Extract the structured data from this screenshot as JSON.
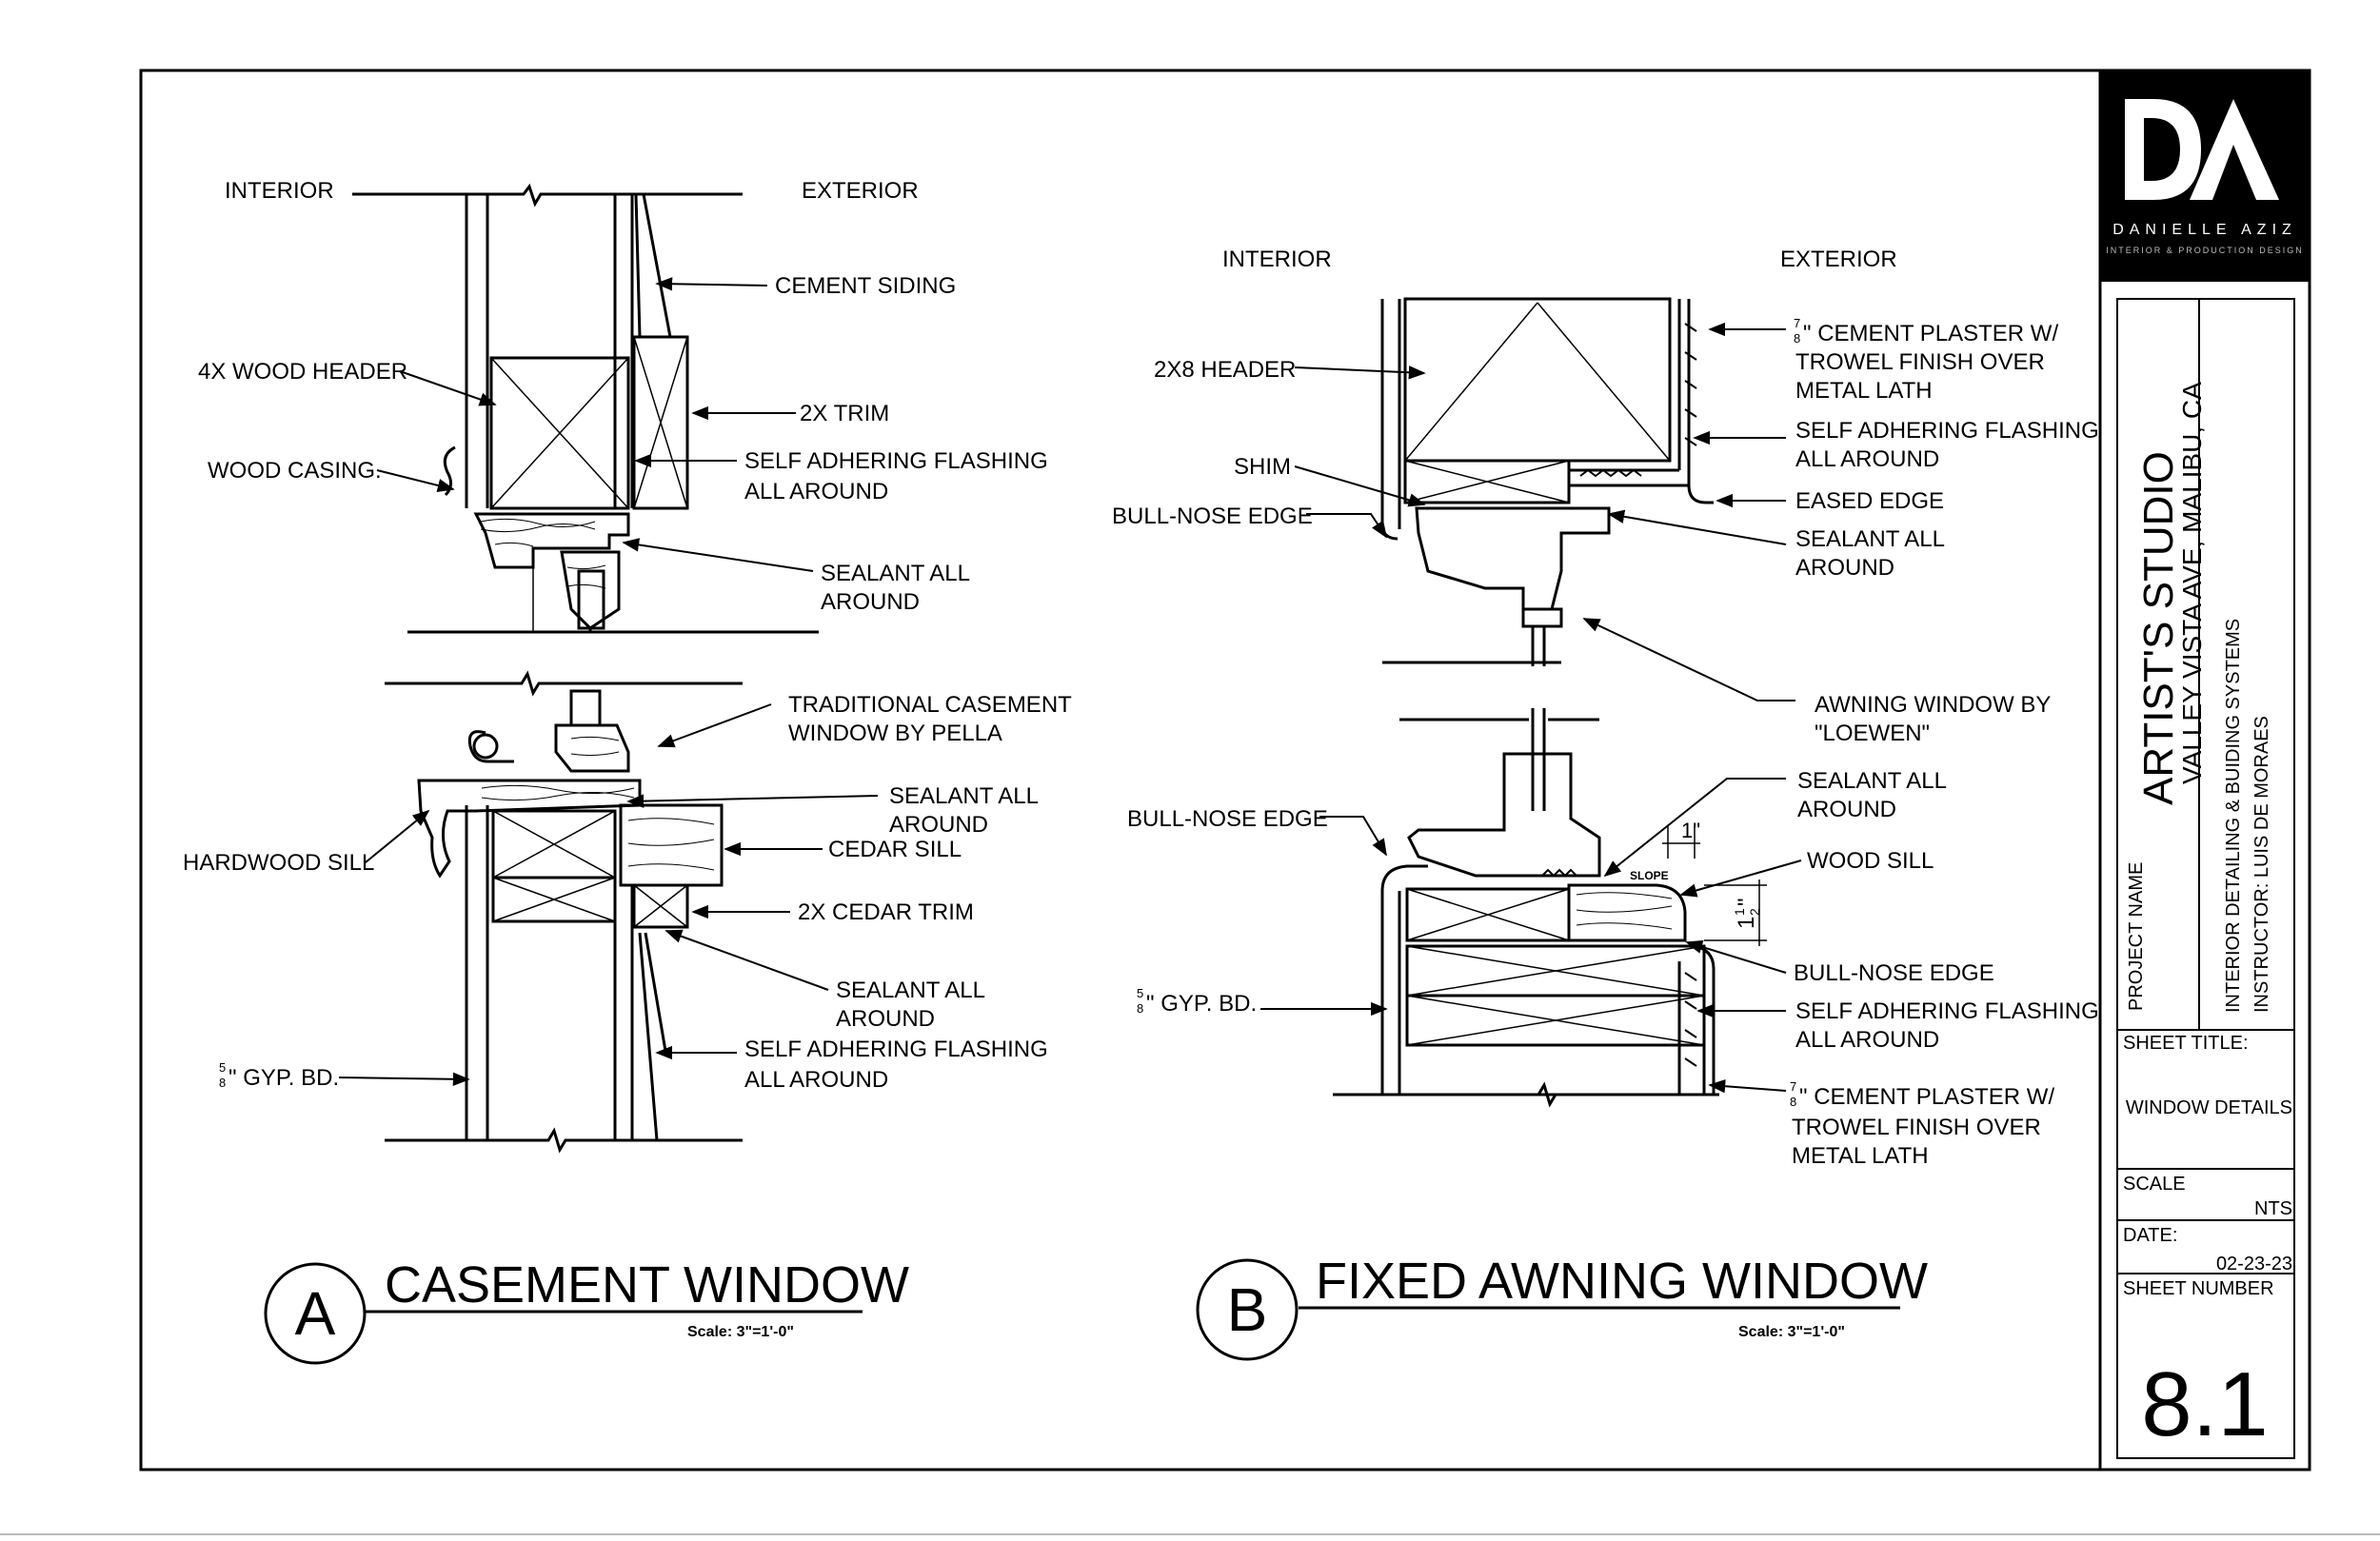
{
  "logo": {
    "monogram": "DA",
    "name": "DANIELLE AZIZ",
    "tagline": "INTERIOR & PRODUCTION DESIGN"
  },
  "detail_a": {
    "letter": "A",
    "title": "CASEMENT WINDOW",
    "scale": "Scale: 3\"=1'-0\"",
    "interior": "INTERIOR",
    "exterior": "EXTERIOR",
    "labels": {
      "cement_siding": "CEMENT SIDING",
      "wood_header": "4X WOOD HEADER",
      "trim": "2X TRIM",
      "wood_casing": "WOOD CASING.",
      "flashing_top_1": "SELF ADHERING FLASHING",
      "flashing_top_2": "ALL AROUND",
      "sealant_1_1": "SEALANT ALL",
      "sealant_1_2": "AROUND",
      "traditional_1": "TRADITIONAL CASEMENT",
      "traditional_2": "WINDOW BY PELLA",
      "sealant_2_1": "SEALANT ALL",
      "sealant_2_2": "AROUND",
      "cedar_sill": "CEDAR SILL",
      "hardwood_sill": "HARDWOOD SILL",
      "cedar_trim": "2X CEDAR TRIM",
      "sealant_3_1": "SEALANT ALL",
      "sealant_3_2": "AROUND",
      "flashing_bot_1": "SELF ADHERING FLASHING",
      "flashing_bot_2": "ALL AROUND",
      "gyp_num": "5",
      "gyp_den": "8",
      "gyp": "\" GYP. BD."
    }
  },
  "detail_b": {
    "letter": "B",
    "title": "FIXED AWNING WINDOW",
    "scale": "Scale: 3\"=1'-0\"",
    "interior": "INTERIOR",
    "exterior": "EXTERIOR",
    "labels": {
      "header": "2X8 HEADER",
      "plaster_num": "7",
      "plaster_den": "8",
      "plaster_1": "\" CEMENT PLASTER W/",
      "plaster_2": "TROWEL FINISH OVER",
      "plaster_3": "METAL LATH",
      "flashing_1": "SELF ADHERING FLASHING",
      "flashing_2": "ALL AROUND",
      "shim": "SHIM",
      "eased_edge": "EASED EDGE",
      "bull_nose_1": "BULL-NOSE EDGE",
      "sealant_1_1": "SEALANT ALL",
      "sealant_1_2": "AROUND",
      "awning_1": "AWNING WINDOW BY",
      "awning_2": "\"LOEWEN\"",
      "bull_nose_2": "BULL-NOSE EDGE",
      "sealant_2_1": "SEALANT ALL",
      "sealant_2_2": "AROUND",
      "wood_sill": "WOOD SILL",
      "dim_1in": "1\"",
      "slope": "SLOPE",
      "dim_whole": "1",
      "dim_num": "1",
      "dim_den": "2",
      "dim_inch": "\"",
      "gyp_num": "5",
      "gyp_den": "8",
      "gyp": "\" GYP. BD.",
      "bull_nose_3": "BULL-NOSE EDGE",
      "flashing_b_1": "SELF ADHERING FLASHING",
      "flashing_b_2": "ALL AROUND",
      "plaster_b_num": "7",
      "plaster_b_den": "8",
      "plaster_b_1": "\" CEMENT PLASTER W/",
      "plaster_b_2": "TROWEL FINISH OVER",
      "plaster_b_3": "METAL LATH"
    }
  },
  "title_block": {
    "project_name_label": "PROJECT NAME",
    "project_name": "ARTIST'S STUDIO",
    "address": "VALLEY VISTA AVE, MALIBU, CA",
    "course": "INTERIOR DETAILING & BUIDING SYSTEMS",
    "instructor": "INSTRUCTOR: LUIS DE MORAES",
    "sheet_title_label": "SHEET TITLE:",
    "sheet_title": "WINDOW DETAILS",
    "scale_label": "SCALE",
    "scale": "NTS",
    "date_label": "DATE:",
    "date": "02-23-23",
    "sheet_number_label": "SHEET NUMBER",
    "sheet_number": "8.1"
  }
}
